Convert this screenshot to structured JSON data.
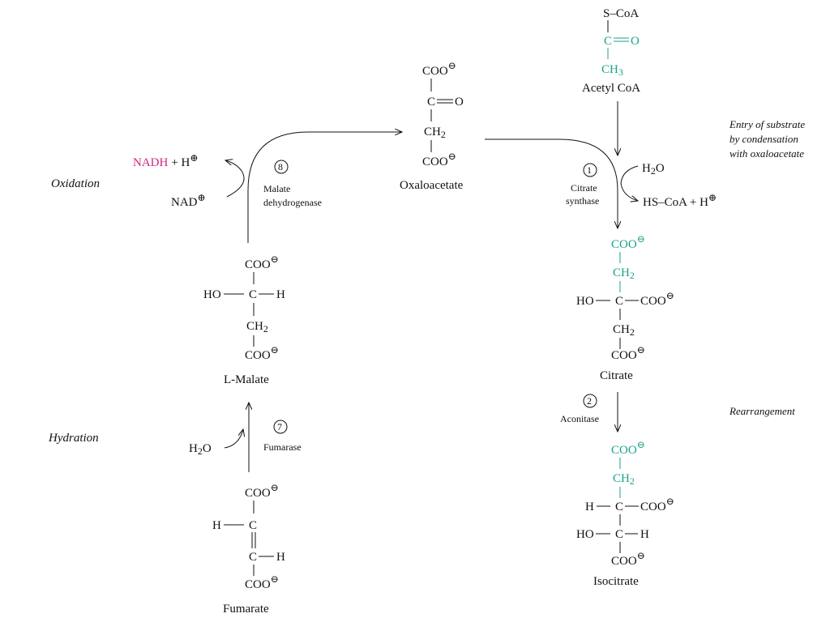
{
  "colors": {
    "teal": "#1aa08a",
    "magenta": "#d6247f",
    "ink": "#111111"
  },
  "labels": {
    "oxidation": "Oxidation",
    "hydration": "Hydration",
    "entry_line1": "Entry of substrate",
    "entry_line2": "by condensation",
    "entry_line3": "with oxaloacetate",
    "rearrangement": "Rearrangement"
  },
  "molecules": {
    "acetyl_coa": {
      "name": "Acetyl CoA",
      "top": "S–CoA",
      "c": "C",
      "o": "O",
      "ch3": "CH",
      "ch3_sub": "3"
    },
    "oxaloacetate": {
      "name": "Oxaloacetate",
      "coo_top": "COO",
      "c": "C",
      "o": "O",
      "ch2": "CH",
      "ch2_sub": "2",
      "coo_bot": "COO"
    },
    "citrate": {
      "name": "Citrate",
      "coo_top": "COO",
      "ch2a": "CH",
      "sub": "2",
      "ho": "HO",
      "c": "C",
      "coo_r": "COO",
      "ch2b": "CH",
      "coo_bot": "COO"
    },
    "isocitrate": {
      "name": "Isocitrate",
      "coo_top": "COO",
      "ch2": "CH",
      "sub": "2",
      "h": "H",
      "c1": "C",
      "coo_r": "COO",
      "ho": "HO",
      "c2": "C",
      "h_r": "H",
      "coo_bot": "COO"
    },
    "malate": {
      "name": "L-Malate",
      "coo_top": "COO",
      "ho": "HO",
      "c": "C",
      "h": "H",
      "ch2": "CH",
      "sub": "2",
      "coo_bot": "COO"
    },
    "fumarate": {
      "name": "Fumarate",
      "coo_top": "COO",
      "h1": "H",
      "c1": "C",
      "c2": "C",
      "h2": "H",
      "coo_bot": "COO"
    }
  },
  "steps": {
    "s1": {
      "num": "1",
      "line1": "Citrate",
      "line2": "synthase"
    },
    "s2": {
      "num": "2",
      "name": "Aconitase"
    },
    "s7": {
      "num": "7",
      "name": "Fumarase"
    },
    "s8": {
      "num": "8",
      "line1": "Malate",
      "line2": "dehydrogenase"
    }
  },
  "reagents": {
    "nadh": "NADH",
    "plus_h": "+ H",
    "nad": "NAD",
    "h2o": "H",
    "h2o_sub": "2",
    "h2o_o": "O",
    "hs_coa": "HS–CoA + H",
    "minus": "⊖",
    "plus": "⊕"
  }
}
